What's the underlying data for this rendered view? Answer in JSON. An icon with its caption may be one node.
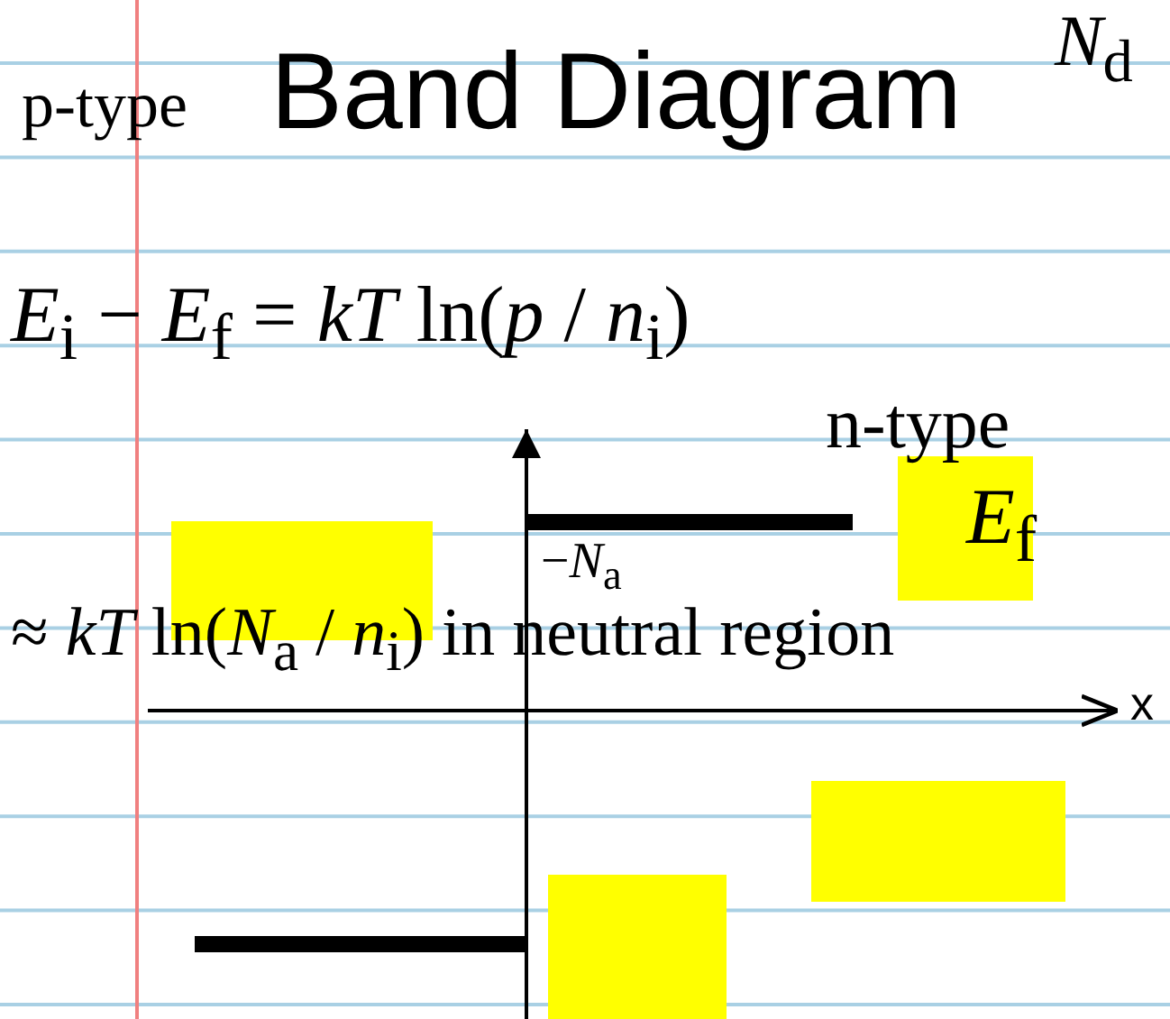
{
  "diagram": {
    "title": "Band Diagram",
    "labels": [
      "*N*$_{d}$",
      "p-type",
      "*E*$_{i}$ − *E*$_{f}$ = *kT* ln(*p* / *n*$_{i}$)",
      "n-type",
      "*E*$_{f}$",
      "−*N*$_{a}$",
      "≈ *kT* ln(*N*$_{a}$ / *n*$_{i}$) in neutral region",
      "x"
    ]
  }
}
